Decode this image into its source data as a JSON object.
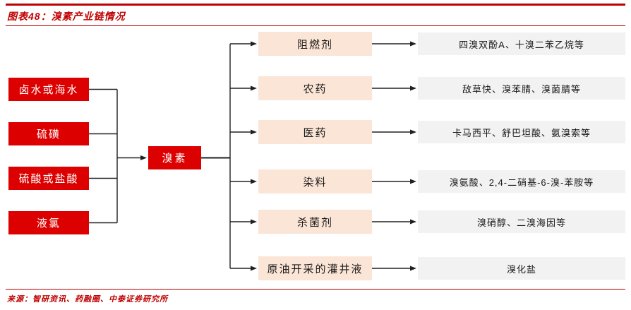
{
  "header": {
    "title": "图表48：溴素产业链情况"
  },
  "footer": {
    "source": "来源：智研资讯、药融圈、中泰证券研究所"
  },
  "colors": {
    "accent_red": "#c00000",
    "node_red": "#dd0000",
    "category_pink": "#fbe5d6",
    "product_gray": "#f2f2f2",
    "line_black": "#202020"
  },
  "diagram": {
    "inputs": [
      "卤水或海水",
      "硫磺",
      "硫酸或盐酸",
      "液氯"
    ],
    "core": "溴素",
    "rows": [
      {
        "category": "阻燃剂",
        "products": "四溴双酚A、十溴二苯乙烷等"
      },
      {
        "category": "农药",
        "products": "敌草快、溴苯腈、溴菌腈等"
      },
      {
        "category": "医药",
        "products": "卡马西平、舒巴坦酸、氨溴索等"
      },
      {
        "category": "染料",
        "products": "溴氨酸、2,4-二硝基-6-溴-苯胺等"
      },
      {
        "category": "杀菌剂",
        "products": "溴硝醇、二溴海因等"
      },
      {
        "category": "原油开采的灌井液",
        "products": "溴化盐"
      }
    ]
  }
}
